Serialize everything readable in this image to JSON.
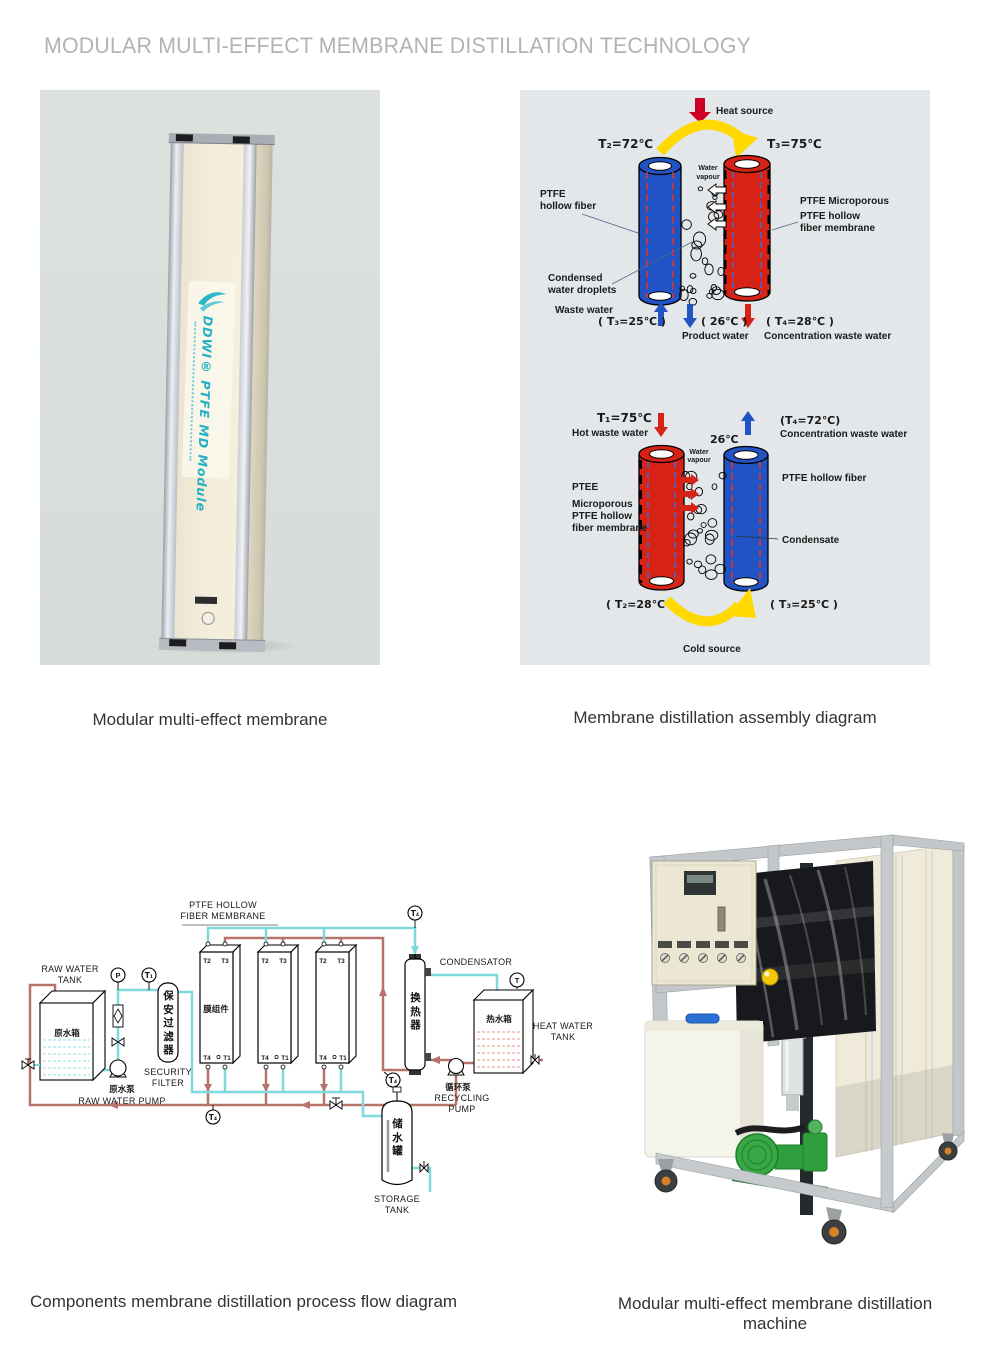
{
  "title": "MODULAR MULTI-EFFECT MEMBRANE DISTILLATION TECHNOLOGY",
  "captions": {
    "module_photo": "Modular multi-effect membrane",
    "assembly": "Membrane distillation assembly diagram",
    "flow": "Components membrane distillation process flow diagram",
    "machine": "Modular multi-effect membrane distillation machine"
  },
  "module_photo": {
    "sticker": "DDWI® PTFE MD Module"
  },
  "assembly": {
    "top": {
      "heat_source": "Heat source",
      "t2": "T₂=72℃",
      "t3": "T₃=75℃",
      "vap1": "Water",
      "vap2": "vapour",
      "ptfe_left1": "PTFE",
      "ptfe_left2": "hollow  fiber",
      "ptfe_right1": "PTFE  Microporous",
      "ptfe_right2": "PTFE hollow",
      "ptfe_right3": "fiber membrane",
      "condensed1": "Condensed",
      "condensed2": "water droplets",
      "waste_water": "Waste water",
      "waste_temp": "( T₃=25℃ )",
      "product_temp": "( 26℃ )",
      "product_water": "Product water",
      "conc_temp": "( T₄=28℃ )",
      "conc_water": "Concentration waste water"
    },
    "bottom": {
      "t1": "T₁=75℃",
      "hot_waste": "Hot waste water",
      "t4": "(T₄=72℃)",
      "conc_water": "Concentration waste water",
      "temp26": "26℃",
      "vap1": "Water",
      "vap2": "vapour",
      "ptee": "PTEE",
      "micro1": "Microporous",
      "micro2": "PTFE  hollow",
      "micro3": "fiber membrane",
      "ptfe_right": "PTFE  hollow fiber",
      "condensate": "Condensate",
      "t2": "( T₂=28℃ )",
      "t3": "( T₃=25℃ )",
      "cold_source": "Cold source"
    }
  },
  "flow": {
    "membrane1": "PTFE HOLLOW",
    "membrane2": "FIBER MEMBRANE",
    "raw_tank1": "RAW WATER",
    "raw_tank2": "TANK",
    "raw_tank_cn": "原水箱",
    "raw_pump_cn": "原水泵",
    "raw_pump": "RAW WATER PUMP",
    "security_cn": "保安过滤器",
    "security1": "SECURITY",
    "security2": "FILTER",
    "module_cn": "膜组件",
    "t2": "T2",
    "t3": "T3",
    "t4": "T4",
    "t1": "T1",
    "gauge_p": "P",
    "gauge_t1": "T₁",
    "gauge_t4": "T₄",
    "gauge_t": "T",
    "condensator": "CONDENSATOR",
    "hx_cn": "换热器",
    "heat_tank_cn": "热水箱",
    "heat_tank1": "HEAT WATER",
    "heat_tank2": "TANK",
    "recycle_cn": "循环泵",
    "recycle1": "RECYCLING",
    "recycle2": "PUMP",
    "storage_cn": "储水罐",
    "storage1": "STORAGE",
    "storage2": "TANK"
  },
  "colors": {
    "hot": "#d62315",
    "cold": "#2153c4",
    "arc_yellow": "#ffd900",
    "pipe_hot": "#b5736b",
    "pipe_cold": "#7fd8de",
    "title_gray": "#b1b3b5",
    "panel_left_bg": "#d9dfdc",
    "panel_right_bg": "#e3e7ea",
    "sticker_teal": "#27b0c4"
  }
}
